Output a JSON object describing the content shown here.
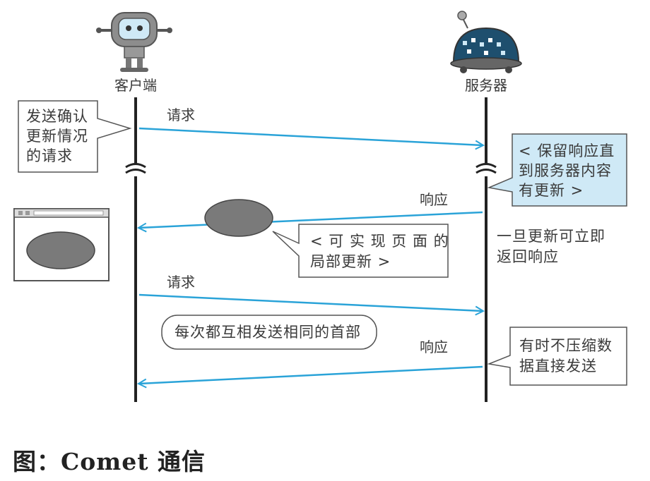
{
  "actors": {
    "client": "客户端",
    "server": "服务器"
  },
  "messages": {
    "request1": "请求",
    "response1": "响应",
    "request2": "请求",
    "response2": "响应"
  },
  "notes": {
    "client_send": [
      "发送确认",
      "更新情况",
      "的请求"
    ],
    "server_hold": [
      "< 保留响应直",
      "到服务器内容",
      "有更新 >"
    ],
    "partial_update": [
      "< 可 实 现 页 面 的",
      "局部更新 >"
    ],
    "immediate_return": [
      "一旦更新可立即",
      "返回响应"
    ],
    "same_headers": "每次都互相发送相同的首部",
    "no_compress": [
      "有时不压缩数",
      "据直接发送"
    ]
  },
  "caption": "图：Comet 通信",
  "colors": {
    "arrow": "#2aa3d8",
    "lifeline": "#222222",
    "note_fill_blue": "#cfe9f6",
    "blob": "#7a7a7a"
  }
}
